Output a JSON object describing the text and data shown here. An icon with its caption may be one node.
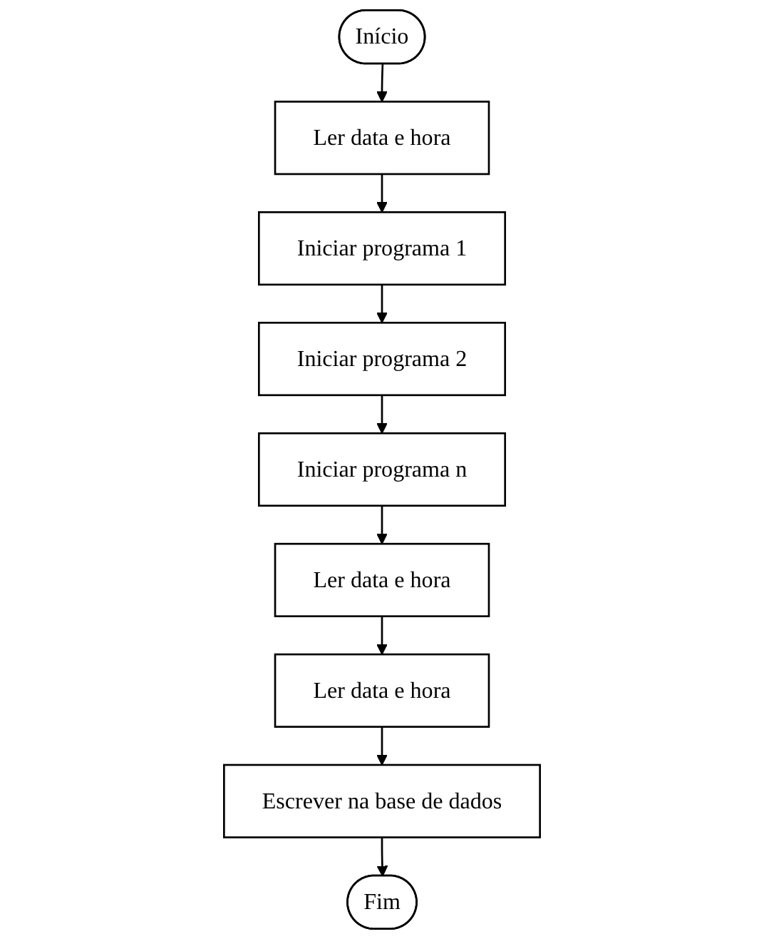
{
  "diagram": {
    "nodes": [
      {
        "text": [
          "Início"
        ]
      },
      {
        "text": [
          "Ler data e hora"
        ]
      },
      {
        "text": [
          "Iniciar programa 1"
        ]
      },
      {
        "text": [
          "Iniciar programa 2"
        ]
      },
      {
        "text": [
          "Iniciar programa n"
        ]
      },
      {
        "text": [
          "Ler data e hora"
        ]
      },
      {
        "text": [
          "Ler data e hora"
        ]
      },
      {
        "text": [
          "Escrever na base de dados"
        ]
      },
      {
        "text": [
          "Fim"
        ]
      }
    ],
    "edges": [
      {
        "from": 0,
        "to": 1,
        "arrow": "to"
      },
      {
        "from": 1,
        "to": 2,
        "arrow": "to"
      },
      {
        "from": 2,
        "to": 3,
        "arrow": "to"
      },
      {
        "from": 3,
        "to": 4,
        "arrow": "to"
      },
      {
        "from": 4,
        "to": 5,
        "arrow": "to"
      },
      {
        "from": 5,
        "to": 6,
        "arrow": "to"
      },
      {
        "from": 6,
        "to": 7,
        "arrow": "to"
      },
      {
        "from": 7,
        "to": 8,
        "arrow": "to"
      }
    ]
  }
}
